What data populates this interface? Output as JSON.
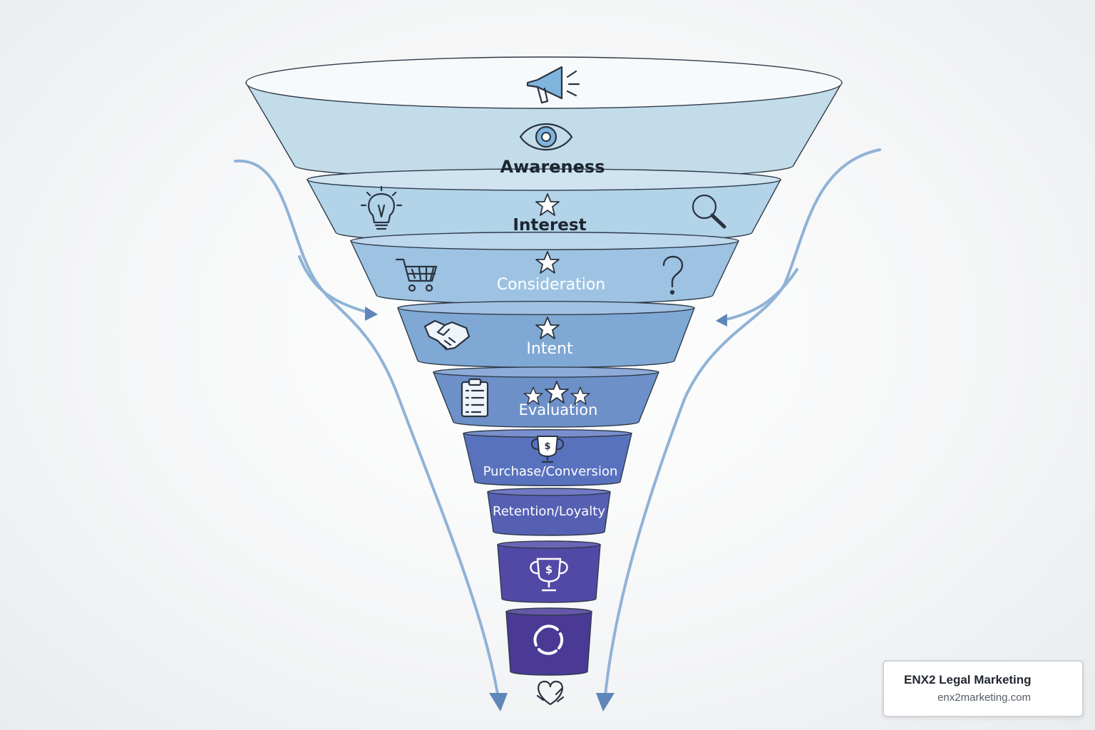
{
  "funnel": {
    "stages": [
      {
        "label": "Awareness",
        "icons": [
          "megaphone-icon",
          "eye-icon"
        ]
      },
      {
        "label": "Interest",
        "icons": [
          "lightbulb-icon",
          "star-icon",
          "magnifier-icon"
        ]
      },
      {
        "label": "Consideration",
        "icons": [
          "shopping-cart-icon",
          "star-icon",
          "question-mark-icon"
        ]
      },
      {
        "label": "Intent",
        "icons": [
          "handshake-icon",
          "star-icon"
        ]
      },
      {
        "label": "Evaluation",
        "icons": [
          "clipboard-icon",
          "three-stars-icon"
        ]
      },
      {
        "label": "Purchase/Conversion",
        "icons": [
          "trophy-dollar-icon"
        ]
      },
      {
        "label": "Retention/Loyalty",
        "icons": []
      },
      {
        "label": "",
        "icons": [
          "trophy-dollar-icon"
        ]
      },
      {
        "label": "",
        "icons": [
          "cycle-icon"
        ]
      }
    ],
    "bottom_icon": "heart-hands-icon",
    "colors": {
      "top": "#c3dcea",
      "mid": "#7ea8d1",
      "bottom": "#4a3a95",
      "arrows": "#6f96c4"
    }
  },
  "brand": {
    "name": "ENX2 Legal Marketing",
    "url": "enx2marketing.com"
  }
}
